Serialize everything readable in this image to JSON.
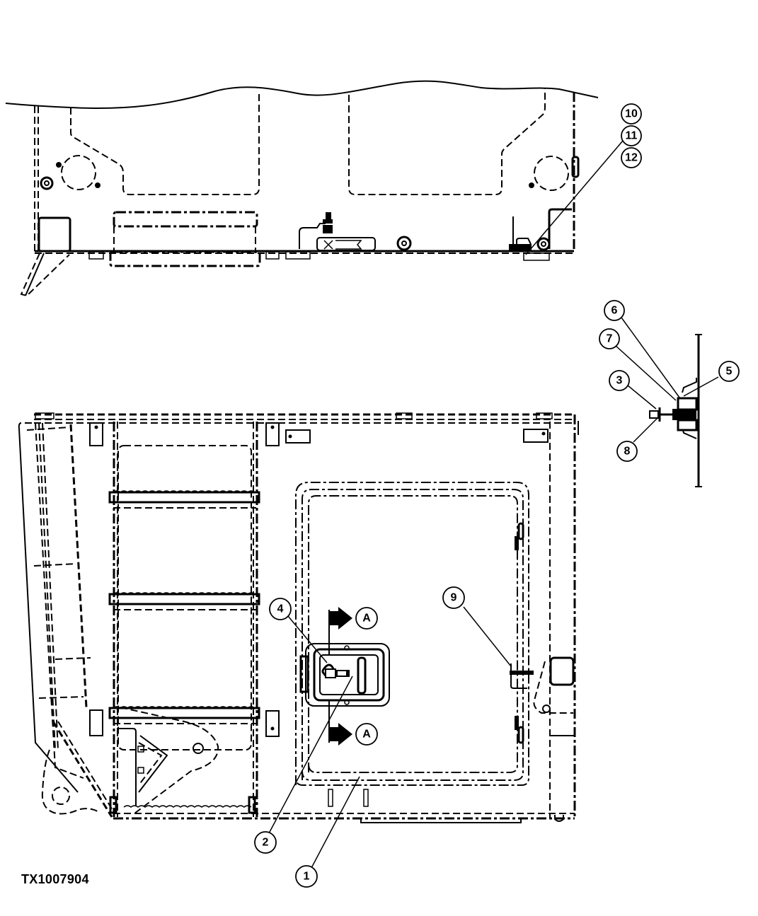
{
  "figure": {
    "id": "TX1007904",
    "views": [
      "top-view",
      "front-view",
      "detail-view"
    ]
  },
  "callouts": {
    "c1": "1",
    "c2": "2",
    "c3": "3",
    "c4": "4",
    "c5": "5",
    "c6": "6",
    "c7": "7",
    "c8": "8",
    "c9": "9",
    "c10": "10",
    "c11": "11",
    "c12": "12"
  },
  "section_markers": {
    "upper": "A",
    "lower": "A"
  },
  "colors": {
    "line": "#000000",
    "background": "#ffffff"
  }
}
